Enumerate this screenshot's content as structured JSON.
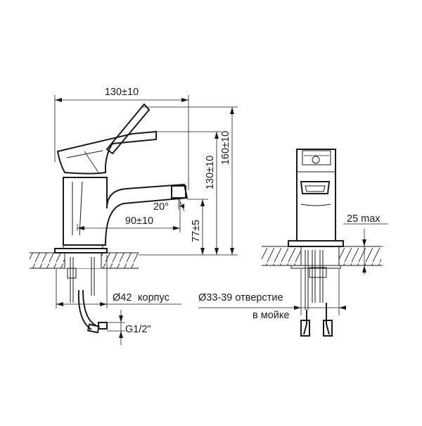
{
  "labels": {
    "width_total": "130±10",
    "height_total": "160±10",
    "height_spout": "130±10",
    "spout_reach": "90±10",
    "spout_height": "77±5",
    "spout_angle": "20°",
    "counter_thickness": "25 max",
    "body_diameter": "Ø42",
    "body_word": "корпус",
    "connection": "G1/2\"",
    "hole_line1": "Ø33-39 отверстие",
    "hole_line2": "в мойке"
  },
  "colors": {
    "ink": "#1a1a1a",
    "background": "#ffffff"
  }
}
